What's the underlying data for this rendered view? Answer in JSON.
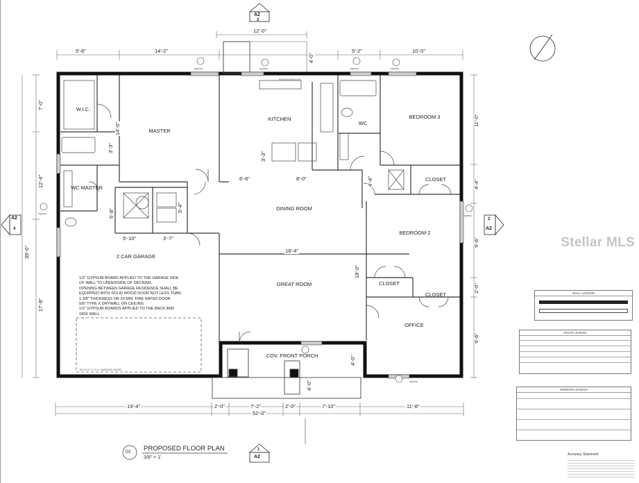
{
  "colors": {
    "wall": "#111111",
    "line": "#555555",
    "paper": "#ffffff",
    "watermark": "#9a9a9a"
  },
  "rooms": {
    "master": {
      "name": "MASTER"
    },
    "wic": {
      "name": "W.I.C."
    },
    "wc_master": {
      "name": "WC MASTER"
    },
    "kitchen": {
      "name": "KITCHEN"
    },
    "wc": {
      "name": "WC"
    },
    "bedroom3": {
      "name": "BEDROOM 3"
    },
    "closet_b3": {
      "name": "CLOSET"
    },
    "dining": {
      "name": "DINING ROOM"
    },
    "bedroom2": {
      "name": "BEDROOM 2"
    },
    "closet_b2": {
      "name": "CLOSET"
    },
    "closet_office": {
      "name": "CLOSET"
    },
    "office": {
      "name": "OFFICE"
    },
    "great": {
      "name": "GREAT ROOM"
    },
    "garage": {
      "name": "2 CAR GARAGE"
    },
    "porch": {
      "name": "COV. FRONT PORCH"
    }
  },
  "dims": {
    "top_12_0": "12'-0\"",
    "top_5_6": "5'-6\"",
    "top_14_2": "14'-2\"",
    "top_5_2": "5'-2\"",
    "top_10_0": "10'-0\"",
    "top_4_0": "4'-0\"",
    "right_11_0": "11'-0\"",
    "right_4_4": "4'-4\"",
    "right_9_6": "9'-6\"",
    "right_2_0": "2'-0\"",
    "right_9_6b": "9'-6\"",
    "left_7_0": "7'-0\"",
    "left_12_4": "12'-4\"",
    "left_39_0": "39'-0\"",
    "left_17_8": "17'-8\"",
    "in_14_0": "14'-0\"",
    "in_3_3": "3'-3\"",
    "in_6_6": "6'-6\"",
    "in_8_0": "8'-0\"",
    "in_3_3b": "3'-3\"",
    "in_4_4": "4'-4\"",
    "in_5_8": "5'-8\"",
    "in_5_4": "5'-4\"",
    "in_5_10": "5'-10\"",
    "in_3_7": "3'-7\"",
    "in_18_4": "18'-4\"",
    "in_18_0": "18'-0\"",
    "in_4_0": "4'-0\"",
    "in_4_0b": "4'-0\"",
    "bot_19_4": "19'-4\"",
    "bot_2_0": "2'-0\"",
    "bot_7_2": "7'-2\"",
    "bot_2_0b": "2'-0\"",
    "bot_7_10": "7'-10\"",
    "bot_11_8": "11'-8\"",
    "bot_52_0": "52'-0\""
  },
  "section_tags": {
    "top": {
      "top": "A2",
      "bottom": "3"
    },
    "left": {
      "top": "A2",
      "bottom": "4"
    },
    "right": {
      "top": "2",
      "bottom": "A2"
    },
    "bottom": {
      "top": "1",
      "bottom": "A2"
    }
  },
  "labels": {
    "egress": "egress",
    "garage_door": "16'-0\"x7'-0\" O.H. GARAGE DOOR",
    "refrigerator": "REFRIGERATOR"
  },
  "garage_note": "1/2\" GYPSUM BOARD APPLIED TO THE GARAGE SIDE\nOF WALL TO UNDERSIDE OF DECKING\nOPENING BETWEEN GARAGE RESIDENCE SHALL BE\nEQUIPPED WITH SOLID WOOD DOOR NOT LESS THAN\n1 3/8\" THICKNESS OR 20 MIN. FIRE RATED DOOR\n5/8\" TYPE X DRYWALL ON CEILING\n1/2\" GYPSUM BOARDS APPLIED TO THE BACK AND\nSIDE WALL",
  "title": {
    "number": "01",
    "text": "PROPOSED FLOOR PLAN",
    "scale": "3/8\" = 1'"
  },
  "legends": {
    "wall": {
      "title": "WALL LEGEND"
    },
    "door": {
      "title": "DOOR LEGEND"
    },
    "window": {
      "title": "WINDOW LEGEND"
    }
  },
  "accuracy": "Accuracy Statement",
  "watermark": "Stellar MLS"
}
